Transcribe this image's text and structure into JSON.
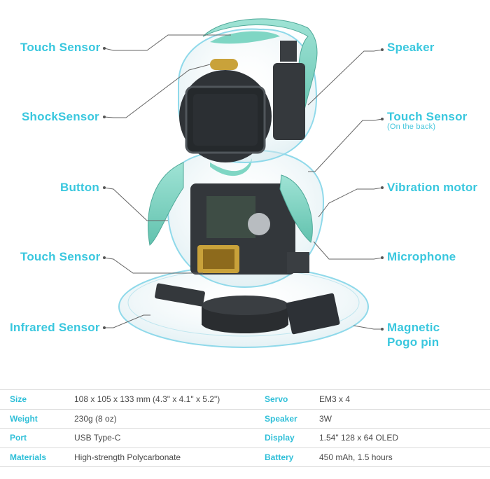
{
  "callouts": {
    "touch_top": "Touch Sensor",
    "shock": "ShockSensor",
    "button": "Button",
    "touch_mid": "Touch Sensor",
    "infrared": "Infrared Sensor",
    "speaker": "Speaker",
    "touch_back": "Touch Sensor",
    "touch_back_note": "(On the back)",
    "vibration": "Vibration motor",
    "microphone": "Microphone",
    "pogo_line1": "Magnetic",
    "pogo_line2": "Pogo pin"
  },
  "specs": [
    {
      "k1": "Size",
      "v1": "108 x 105 x 133 mm (4.3\" x 4.1\" x 5.2\")",
      "k2": "Servo",
      "v2": "EM3 x 4"
    },
    {
      "k1": "Weight",
      "v1": "230g (8 oz)",
      "k2": "Speaker",
      "v2": "3W"
    },
    {
      "k1": "Port",
      "v1": "USB Type-C",
      "k2": "Display",
      "v2": "1.54\"  128 x 64  OLED"
    },
    {
      "k1": "Materials",
      "v1": "High-strength Polycarbonate",
      "k2": "Battery",
      "v2": "450 mAh, 1.5 hours"
    }
  ],
  "colors": {
    "accent": "#39c7de",
    "teal_part": "#7fd6c4",
    "screen": "#2b2f33"
  }
}
